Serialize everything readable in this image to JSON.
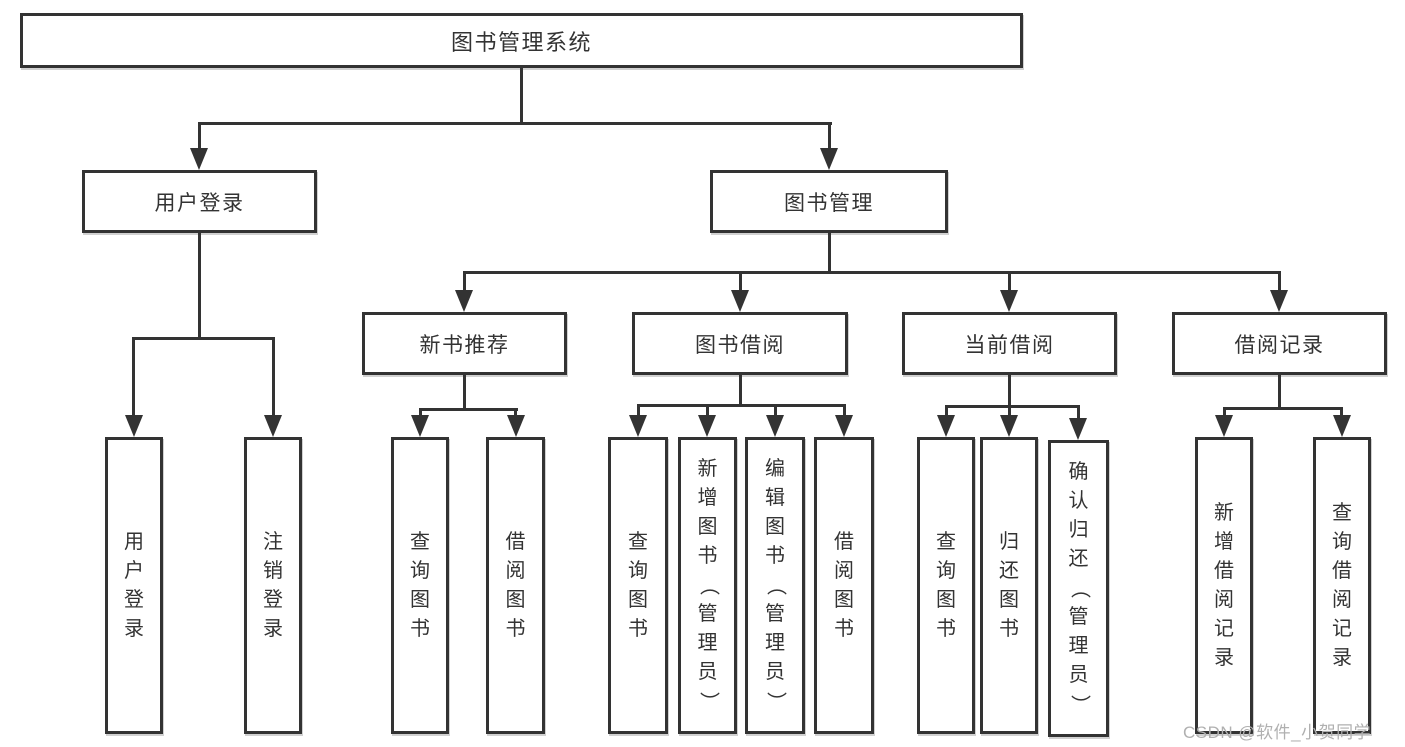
{
  "root": {
    "label": "图书管理系统"
  },
  "branches": [
    {
      "label": "用户登录",
      "children": [
        {
          "label": "用户登录"
        },
        {
          "label": "注销登录"
        }
      ]
    },
    {
      "label": "图书管理",
      "children": [
        {
          "label": "新书推荐",
          "children": [
            {
              "label": "查询图书"
            },
            {
              "label": "借阅图书"
            }
          ]
        },
        {
          "label": "图书借阅",
          "children": [
            {
              "label": "查询图书"
            },
            {
              "label": "新增图书（管理员）"
            },
            {
              "label": "编辑图书（管理员）"
            },
            {
              "label": "借阅图书"
            }
          ]
        },
        {
          "label": "当前借阅",
          "children": [
            {
              "label": "查询图书"
            },
            {
              "label": "归还图书"
            },
            {
              "label": "确认归还（管理员）"
            }
          ]
        },
        {
          "label": "借阅记录",
          "children": [
            {
              "label": "新增借阅记录"
            },
            {
              "label": "查询借阅记录"
            }
          ]
        }
      ]
    }
  ],
  "watermark": "CSDN @软件_小贺同学",
  "colors": {
    "line": "#333333",
    "text": "#333333",
    "background": "#ffffff",
    "watermark": "#b0b0b0"
  }
}
